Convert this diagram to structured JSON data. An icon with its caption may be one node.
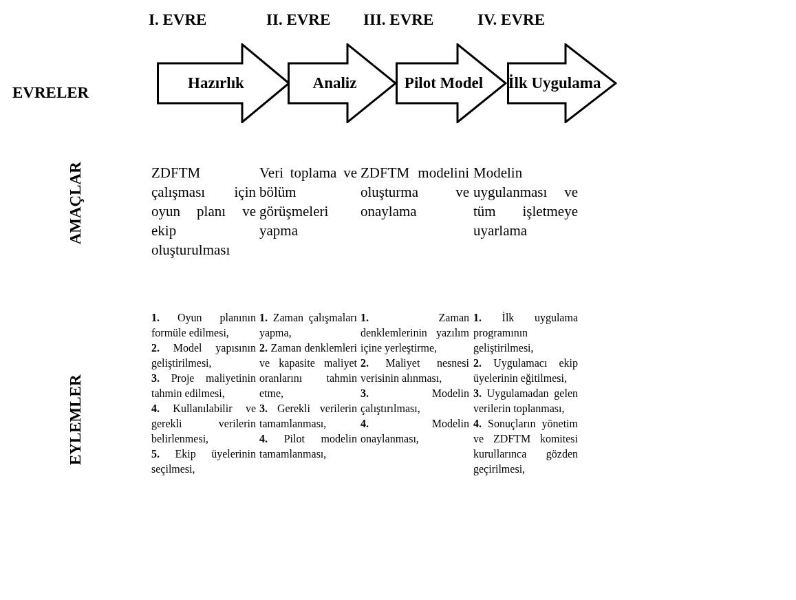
{
  "diagram": {
    "nodes": [
      {
        "text": [
          "Hazırlık"
        ]
      },
      {
        "text": [
          "Analiz"
        ]
      },
      {
        "text": [
          "Pilot Model"
        ]
      },
      {
        "text": [
          "İlk Uygulama"
        ]
      }
    ],
    "labels": [
      "I. EVRE",
      "II. EVRE",
      "III. EVRE",
      "IV. EVRE",
      "EVRELER",
      "AMAÇLAR",
      "EYLEMLER",
      "ZDFTM çalışması için oyun planı ve ekip oluşturulması",
      "Veri toplama ve bölüm görüşmeleri yapma",
      "ZDFTM modelini oluşturma ve onaylama",
      "Modelin uygulanması ve tüm işletmeye uyarlama",
      "**1.** Oyun planının formüle edilmesi,",
      "**2.** Model yapısının geliştirilmesi,",
      "**3.** Proje maliyetinin tahmin edilmesi,",
      "**4.** Kullanılabilir ve gerekli verilerin belirlenmesi,",
      "**5.** Ekip üyelerinin seçilmesi,",
      "**1.** Zaman çalışmaları yapma,",
      "**2.** Zaman denklemleri ve kapasite maliyet oranlarını tahmin etme,",
      "**3.** Gerekli verilerin tamamlanması,",
      "**4.** Pilot modelin tamamlanması,",
      "**1.** Zaman denklemlerinin yazılım içine yerleştirme,",
      "**2.** Maliyet nesnesi verisinin alınması,",
      "**3.** Modelin çalıştırılması,",
      "**4.** Modelin onaylanması,",
      "**1.** İlk uygulama programının geliştirilmesi,",
      "**2.** Uygulamacı ekip üyelerinin eğitilmesi,",
      "**3.** Uygulamadan gelen verilerin toplanması,",
      "**4.** Sonuçların yönetim ve ZDFTM komitesi kurullarınca gözden geçirilmesi,"
    ]
  }
}
